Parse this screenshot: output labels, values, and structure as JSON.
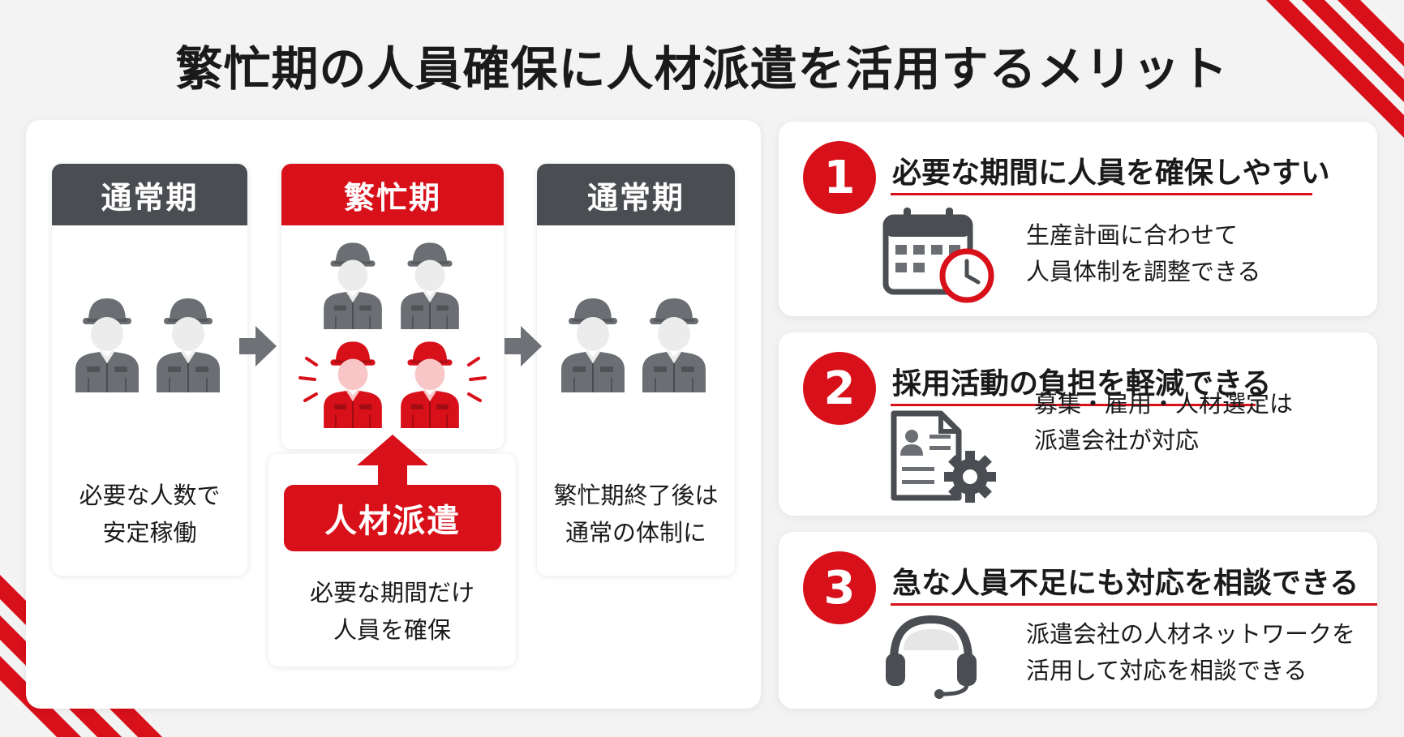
{
  "title": "繁忙期の人員確保に人材派遣を活用するメリット",
  "colors": {
    "accent": "#d8101a",
    "dark": "#4a4d51",
    "worker_gray": "#6b6e72"
  },
  "flow": {
    "normal_before": {
      "label": "通常期",
      "caption_line1": "必要な人数で",
      "caption_line2": "安定稼働",
      "workers": 2
    },
    "busy": {
      "label": "繁忙期",
      "workers_regular": 2,
      "workers_added": 2,
      "button_label": "人材派遣",
      "caption_line1": "必要な期間だけ",
      "caption_line2": "人員を確保"
    },
    "normal_after": {
      "label": "通常期",
      "caption_line1": "繁忙期終了後は",
      "caption_line2": "通常の体制に",
      "workers": 2
    }
  },
  "merits": [
    {
      "number": "1",
      "title": "必要な期間に人員を確保しやすい",
      "text_line1": "生産計画に合わせて",
      "text_line2": "人員体制を調整できる",
      "icon": "calendar-clock-icon"
    },
    {
      "number": "2",
      "title": "採用活動の負担を軽減できる",
      "text_line1": "募集・雇用・人材選定は",
      "text_line2": "派遣会社が対応",
      "icon": "document-gear-icon"
    },
    {
      "number": "3",
      "title": "急な人員不足にも対応を相談できる",
      "text_line1": "派遣会社の人材ネットワークを",
      "text_line2": "活用して対応を相談できる",
      "icon": "headset-icon"
    }
  ]
}
